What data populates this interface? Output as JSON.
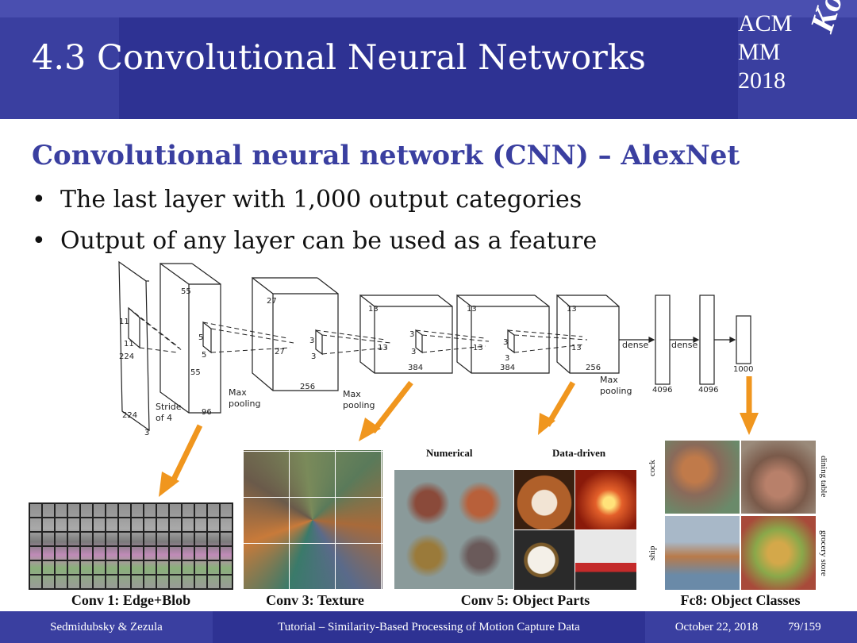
{
  "slide": {
    "title": "4.3 Convolutional Neural Networks",
    "subtitle": "Convolutional neural network (CNN) – AlexNet",
    "bullets": [
      "The last layer with 1,000 output categories",
      "Output of any layer can be used as a feature"
    ]
  },
  "logo": {
    "line1": "ACM",
    "line2": "MM",
    "line3": "2018",
    "script": "Korea"
  },
  "diagram": {
    "labels": {
      "input_h": "224",
      "input_w": "224",
      "input_d": "3",
      "k1a": "11",
      "k1b": "11",
      "stride": "Stride",
      "stride_of": "of 4",
      "c1_h": "55",
      "c1_w": "55",
      "c1_d": "96",
      "k2a": "5",
      "k2b": "5",
      "pool1a": "Max",
      "pool1b": "pooling",
      "c2_h": "27",
      "c2_w": "27",
      "c2_d": "256",
      "k3a": "3",
      "k3b": "3",
      "pool2a": "Max",
      "pool2b": "pooling",
      "c3_h": "13",
      "c3_w": "13",
      "c3_d": "384",
      "k4a": "3",
      "k4b": "3",
      "c4_h": "13",
      "c4_w": "13",
      "c4_d": "384",
      "k5a": "3",
      "k5b": "3",
      "c5_h": "13",
      "c5_w": "13",
      "c5_d": "256",
      "pool3a": "Max",
      "pool3b": "pooling",
      "dense1": "dense",
      "dense2": "dense",
      "fc6": "4096",
      "fc7": "4096",
      "fc8": "1000"
    }
  },
  "panels": {
    "conv1_caption": "Conv 1: Edge+Blob",
    "conv3_caption": "Conv 3: Texture",
    "conv5_caption": "Conv 5: Object Parts",
    "conv5_label_left": "Numerical",
    "conv5_label_right": "Data-driven",
    "fc8_caption": "Fc8: Object Classes",
    "fc8_labels": {
      "cock": "cock",
      "ship": "ship",
      "dining_table": "dining table",
      "grocery_store": "grocery store"
    }
  },
  "footer": {
    "authors": "Sedmidubsky & Zezula",
    "talk": "Tutorial – Similarity-Based Processing of Motion Capture Data",
    "date": "October 22, 2018",
    "page": "79/159"
  },
  "colors": {
    "header": "#3a3fa0",
    "header_dark": "#2e3293",
    "subtitle": "#3a3fa0",
    "arrow": "#f0961e"
  }
}
